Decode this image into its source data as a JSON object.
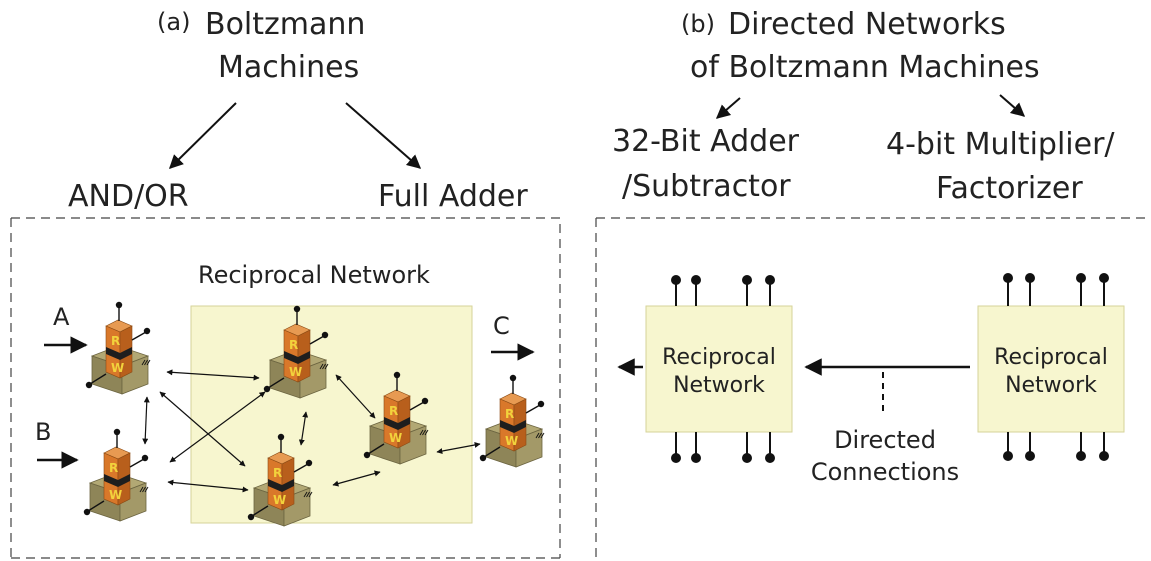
{
  "panel_a": {
    "marker": "(a)",
    "title_line1": "Boltzmann",
    "title_line2": "Machines",
    "branch_left": "AND/OR",
    "branch_right": "Full Adder",
    "network_label": "Reciprocal Network",
    "input_a": "A",
    "input_b": "B",
    "output_c": "C",
    "cell_top_letter": "R",
    "cell_bottom_letter": "W"
  },
  "panel_b": {
    "marker": "(b)",
    "title_line1": "Directed Networks",
    "title_line2": "of Boltzmann Machines",
    "branch_left_line1": "32-Bit Adder",
    "branch_left_line2": "/Subtractor",
    "branch_right_line1": "4-bit Multiplier/",
    "branch_right_line2": "Factorizer",
    "box_left_line1": "Reciprocal",
    "box_left_line2": "Network",
    "box_right_line1": "Reciprocal",
    "box_right_line2": "Network",
    "connection_line1": "Directed",
    "connection_line2": "Connections"
  },
  "colors": {
    "network_fill": "#f7f6cf",
    "network_stroke": "#d6d39a",
    "cell_orange": "#d9782a",
    "cell_dark_orange": "#b85f1c",
    "cell_base_top": "#b2a874",
    "cell_base_front": "#8e8558",
    "cell_band": "#1e1e1e",
    "cell_letter": "#f2d23c",
    "line": "#111111"
  }
}
